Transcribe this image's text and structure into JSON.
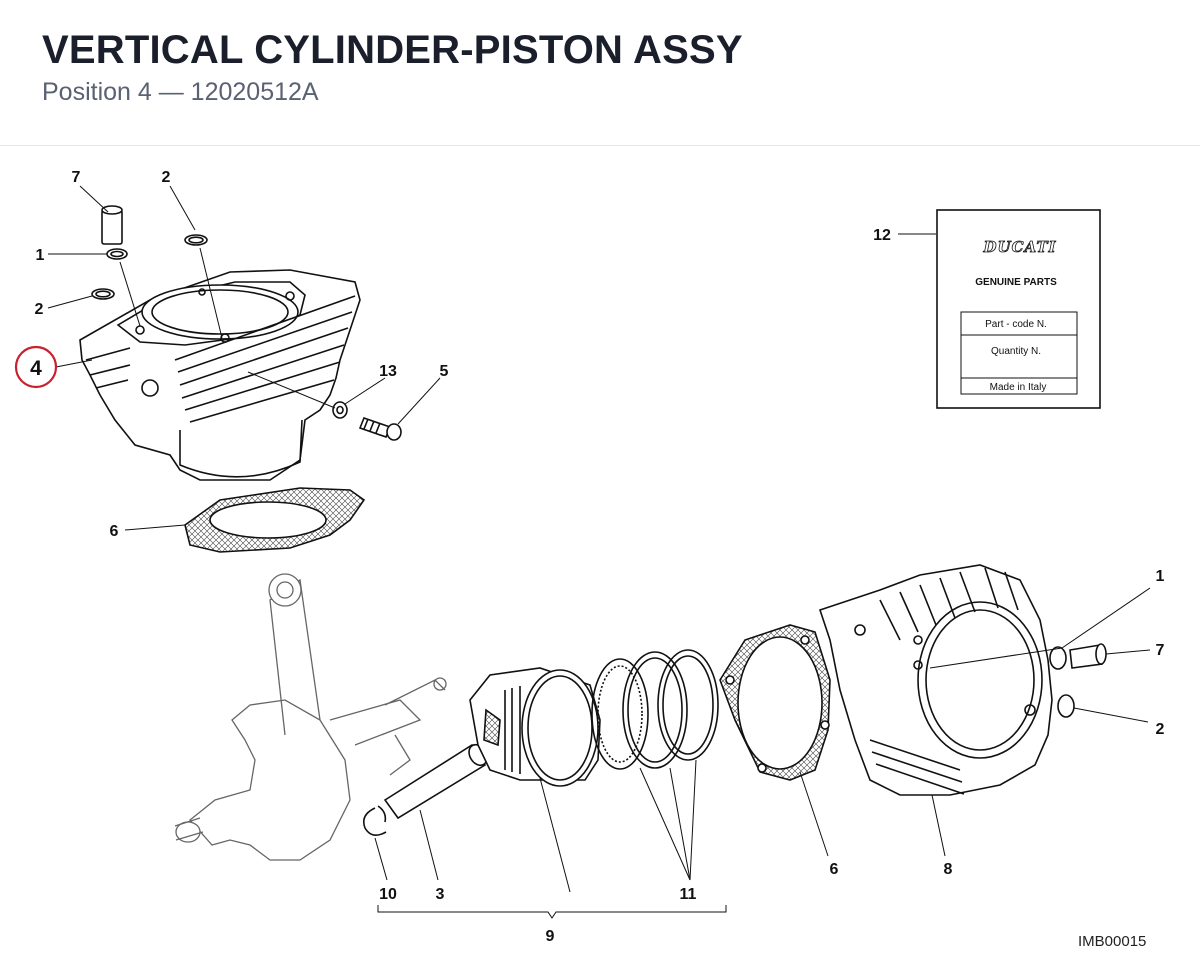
{
  "header": {
    "title": "VERTICAL CYLINDER-PISTON ASSY",
    "subtitle": "Position 4 — 12020512A"
  },
  "callouts": {
    "c7_top": "7",
    "c2_top": "2",
    "c1_left": "1",
    "c2_left": "2",
    "c4_highlight": "4",
    "c13": "13",
    "c5": "5",
    "c6_upper": "6",
    "c12": "12",
    "c1_right": "1",
    "c7_right": "7",
    "c2_right": "2",
    "c10": "10",
    "c3": "3",
    "c11": "11",
    "c6_lower": "6",
    "c8": "8",
    "c9": "9"
  },
  "label_card": {
    "brand": "DUCATI",
    "heading": "GENUINE PARTS",
    "row1": "Part - code N.",
    "row2": "Quantity N.",
    "row3": "Made in Italy"
  },
  "colors": {
    "highlight_ring": "#c8202e",
    "ink": "#111111"
  },
  "drawing_code": "IMB00015"
}
